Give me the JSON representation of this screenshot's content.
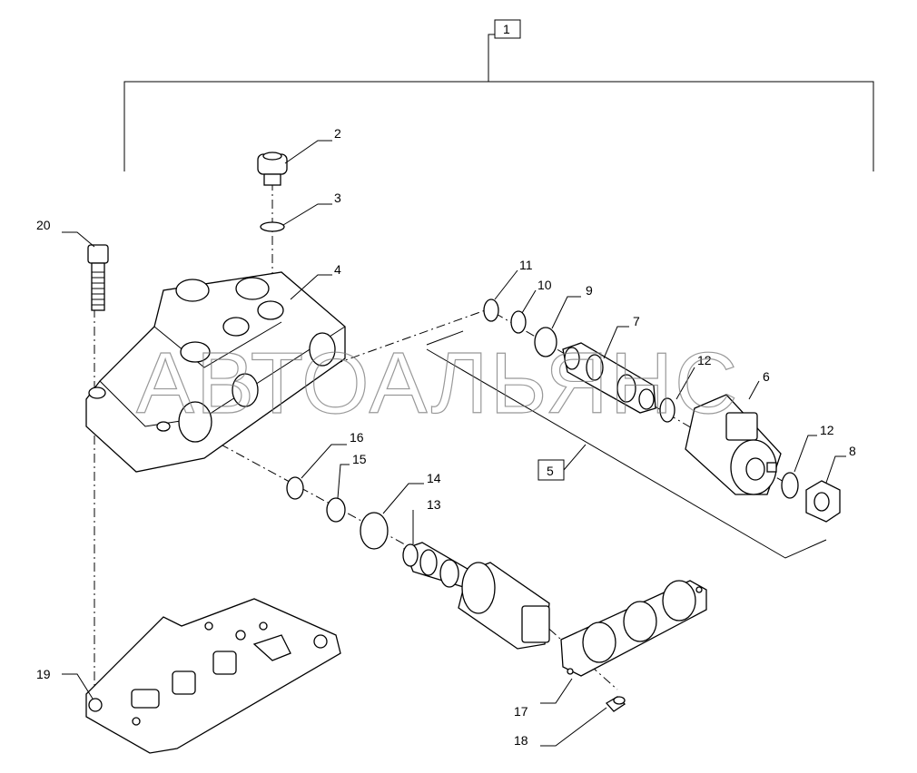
{
  "watermark": "АВТОАЛЬЯНС",
  "callouts": {
    "c1": "1",
    "c2": "2",
    "c3": "3",
    "c4": "4",
    "c5": "5",
    "c6": "6",
    "c7": "7",
    "c8": "8",
    "c9": "9",
    "c10": "10",
    "c11": "11",
    "c12a": "12",
    "c12b": "12",
    "c13": "13",
    "c14": "14",
    "c15": "15",
    "c16": "16",
    "c17": "17",
    "c18": "18",
    "c19": "19",
    "c20": "20"
  }
}
